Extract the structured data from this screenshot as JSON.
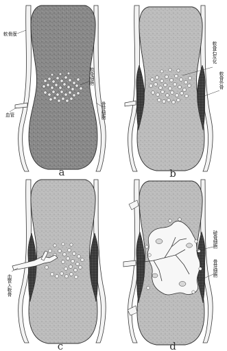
{
  "panels": [
    {
      "letter": "a",
      "labels": {
        "cartilage_membrane": "軟骨膜",
        "vessel": "血管",
        "chondrocyte": "軟骨細胞",
        "osteoblast": "骨芽細胞"
      }
    },
    {
      "letter": "b",
      "labels": {
        "calcified_cartilage": "軟骨石灰化",
        "periosteal_bone": "軟骨外骨"
      }
    },
    {
      "letter": "c",
      "labels": {
        "vessel_invasion": "血管入軟骨"
      }
    },
    {
      "letter": "d",
      "labels": {
        "osteoclast": "破骨細胞",
        "osteoblast": "骨芽細胞"
      }
    }
  ]
}
